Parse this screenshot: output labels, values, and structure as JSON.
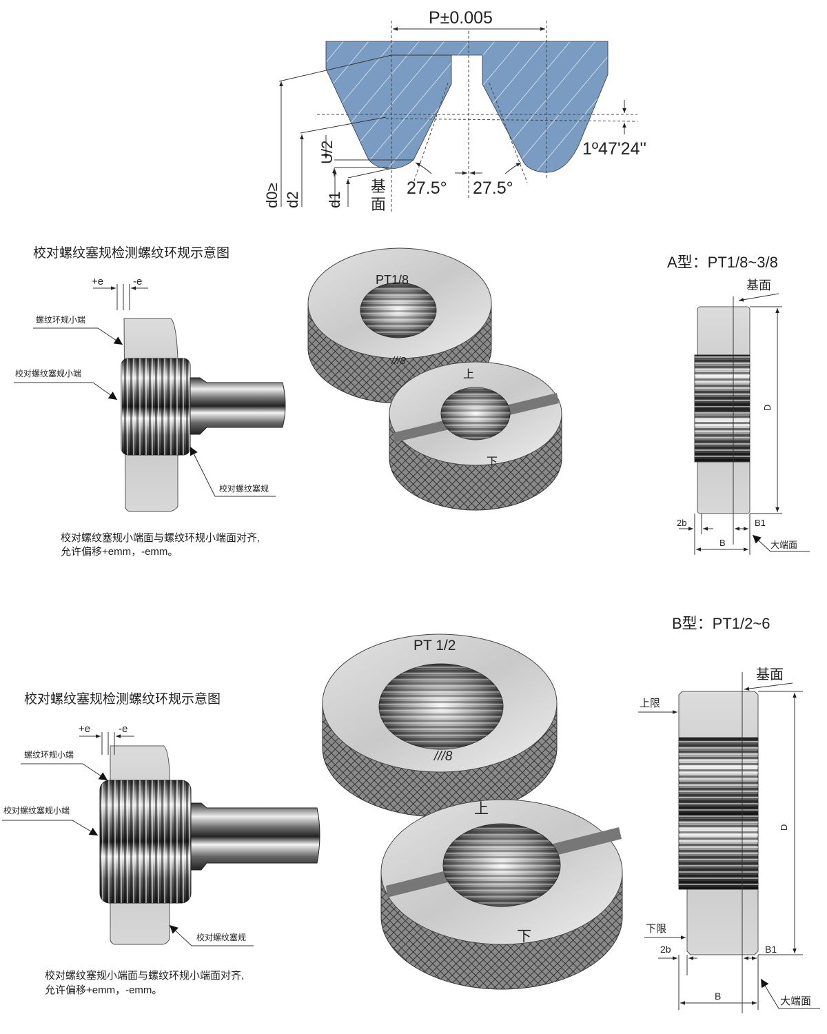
{
  "profile": {
    "pitch_label": "P±0.005",
    "angle_left": "27.5°",
    "angle_right": "27.5°",
    "taper_angle": "1º47'24''",
    "d0_label": "d0≥",
    "d2_label": "d2",
    "d1_label": "d1",
    "u_label": "U/2",
    "base_label_1": "基",
    "base_label_2": "面",
    "fill_color": "#7b9cc2"
  },
  "section_a": {
    "title": "校对螺纹塞规检测螺纹环规示意图",
    "plus_e": "+e",
    "minus_e": "-e",
    "ring_small_end": "螺纹环规小端",
    "plug_small_end": "校对螺纹塞规小端",
    "plug": "校对螺纹塞规",
    "caption_1": "校对螺纹塞规小端面与螺纹环规小端面对齐,",
    "caption_2": "允许偏移+emm，-emm。",
    "ring1_mark": "PT1/8",
    "ring1_sub": "///8",
    "ring2_top": "上",
    "ring2_bottom": "下",
    "type_title": "A型：PT1/8~3/8",
    "base": "基面",
    "dim_D": "D",
    "dim_2b": "2b",
    "dim_B": "B",
    "dim_B1": "B1",
    "large_end": "大端面"
  },
  "section_b": {
    "title": "校对螺纹塞规检测螺纹环规示意图",
    "plus_e": "+e",
    "minus_e": "-e",
    "ring_small_end": "螺纹环规小端",
    "plug_small_end": "校对螺纹塞规小端",
    "plug": "校对螺纹塞规",
    "caption_1": "校对螺纹塞规小端面与螺纹环规小端面对齐,",
    "caption_2": "允许偏移+emm，-emm。",
    "ring1_mark": "PT 1/2",
    "ring1_sub": "///8",
    "ring2_top": "上",
    "ring2_bottom": "下",
    "type_title": "B型：PT1/2~6",
    "base": "基面",
    "upper_limit": "上限",
    "lower_limit": "下限",
    "dim_D": "D",
    "dim_2b": "2b",
    "dim_B": "B",
    "dim_B1": "B1",
    "large_end": "大端面"
  }
}
